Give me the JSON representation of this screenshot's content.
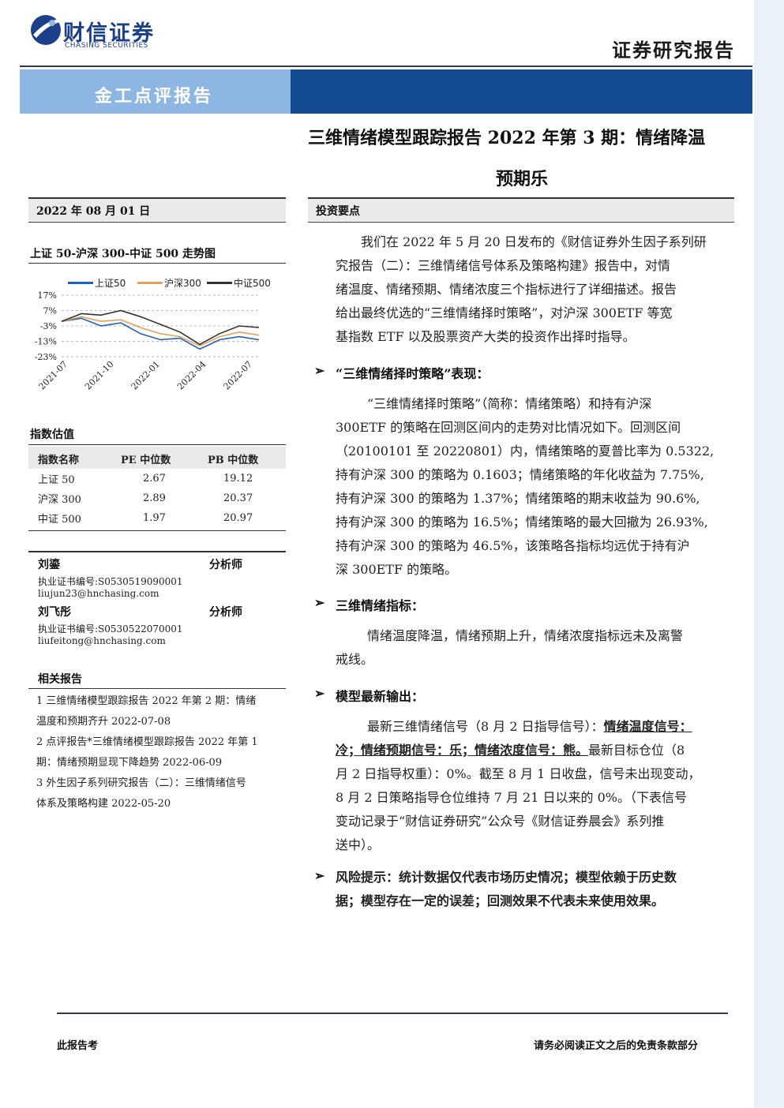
{
  "header": {
    "logo_text": "财信证券",
    "logo_sub": "CHASING SECURITIES",
    "report_type": "证券研究报告",
    "banner": "金工点评报告"
  },
  "title": {
    "line1": "三维情绪模型跟踪报告 2022 年第 3 期：情绪降温",
    "line2": "预期乐"
  },
  "date": "2022 年 08 月 01 日",
  "trend": {
    "heading": "上证 50-沪深 300-中证 500 走势图",
    "chart_data": {
      "type": "line",
      "x": [
        "2021-07",
        "2021-10",
        "2022-01",
        "2022-04",
        "2022-07"
      ],
      "ylim": [
        -23,
        17
      ],
      "yticks": [
        "17%",
        "7%",
        "-3%",
        "-13%",
        "-23%"
      ],
      "series": [
        {
          "name": "上证50",
          "color": "#1f5fbf",
          "values": [
            0,
            2,
            -3,
            -1,
            -8,
            -12,
            -11,
            -18,
            -12,
            -10,
            -12
          ]
        },
        {
          "name": "沪深300",
          "color": "#e3a25b",
          "values": [
            0,
            3,
            0,
            1,
            -4,
            -8,
            -10,
            -16,
            -10,
            -7,
            -9
          ]
        },
        {
          "name": "中证500",
          "color": "#333333",
          "values": [
            0,
            5,
            4,
            7,
            3,
            -2,
            -7,
            -15,
            -8,
            -3,
            -4
          ]
        }
      ]
    }
  },
  "valuation": {
    "heading": "指数估值",
    "columns": [
      "指数名称",
      "PE 中位数",
      "PB 中位数"
    ],
    "rows": [
      [
        "上证 50",
        "2.67",
        "19.12"
      ],
      [
        "沪深 300",
        "2.89",
        "20.37"
      ],
      [
        "中证 500",
        "1.97",
        "20.97"
      ]
    ]
  },
  "analysts": [
    {
      "name": "刘鎏",
      "role": "分析师",
      "cert": "执业证书编号:S0530519090001",
      "email": "liujun23@hnchasing.com"
    },
    {
      "name": "刘飞彤",
      "role": "分析师",
      "cert": "执业证书编号:S0530522070001",
      "email": "liufeitong@hnchasing.com"
    }
  ],
  "related": {
    "heading": "相关报告",
    "items": [
      [
        "1 三维情绪模型跟踪报告 2022 年第 2 期：情绪",
        "温度和预期齐升 2022-07-08"
      ],
      [
        "2 点评报告*三维情绪模型跟踪报告 2022 年第 1",
        "期：情绪预期显现下降趋势 2022-06-09"
      ],
      [
        "3 外生因子系列研究报告（二）：三维情绪信号",
        "体系及策略构建 2022-05-20"
      ]
    ]
  },
  "points": {
    "heading": "投资要点",
    "intro": [
      "我们在 2022 年 5 月 20 日发布的《财信证券外生因子系列研",
      "究报告（二）：三维情绪信号体系及策略构建》报告中，对情",
      "绪温度、情绪预期、情绪浓度三个指标进行了详细描述。报告",
      "给出最终优选的“三维情绪择时策略”，对沪深 300ETF 等宽",
      "基指数 ETF 以及股票资产大类的投资作出择时指导。"
    ],
    "b1_title": "“三维情绪择时策略”表现：",
    "b1_lines": [
      "“三维情绪择时策略”（简称：情绪策略）和持有沪深",
      "300ETF 的策略在回测区间内的走势对比情况如下。回测区间",
      "（20100101 至 20220801）内，情绪策略的夏普比率为 0.5322,",
      "持有沪深 300 的策略为 0.1603；情绪策略的年化收益为 7.75%,",
      "持有沪深 300 的策略为 1.37%；情绪策略的期末收益为 90.6%,",
      "持有沪深 300 的策略为 16.5%；情绪策略的最大回撤为 26.93%,",
      "持有沪深 300 的策略为 46.5%，该策略各指标均远优于持有沪",
      "深 300ETF 的策略。"
    ],
    "b2_title": "三维情绪指标：",
    "b2_lines": [
      "情绪温度降温，情绪预期上升，情绪浓度指标远未及离警",
      "戒线。"
    ],
    "b3_title": "模型最新输出：",
    "b3_l1_pre": "最新三维情绪信号（8 月 2 日指导信号）：",
    "b3_l1_u": "情绪温度信号：",
    "b3_l2_u": "冷；情绪预期信号：乐；情绪浓度信号：熊。",
    "b3_l2_post": "最新目标仓位（8",
    "b3_rest": [
      "月 2 日指导权重）：0%。截至 8 月 1 日收盘，信号未出现变动，",
      "8 月 2 日策略指导仓位维持 7 月 21 日以来的 0%。（下表信号",
      "变动记录于“财信证券研究”公众号《财信证券晨会》系列推",
      "送中）。"
    ],
    "b4_lines": [
      "风险提示：统计数据仅代表市场历史情况；模型依赖于历史数",
      "据；模型存在一定的误差；回测效果不代表未来使用效果。"
    ]
  },
  "footer": {
    "left": "此报告考",
    "right": "请务必阅读正文之后的免责条款部分"
  }
}
